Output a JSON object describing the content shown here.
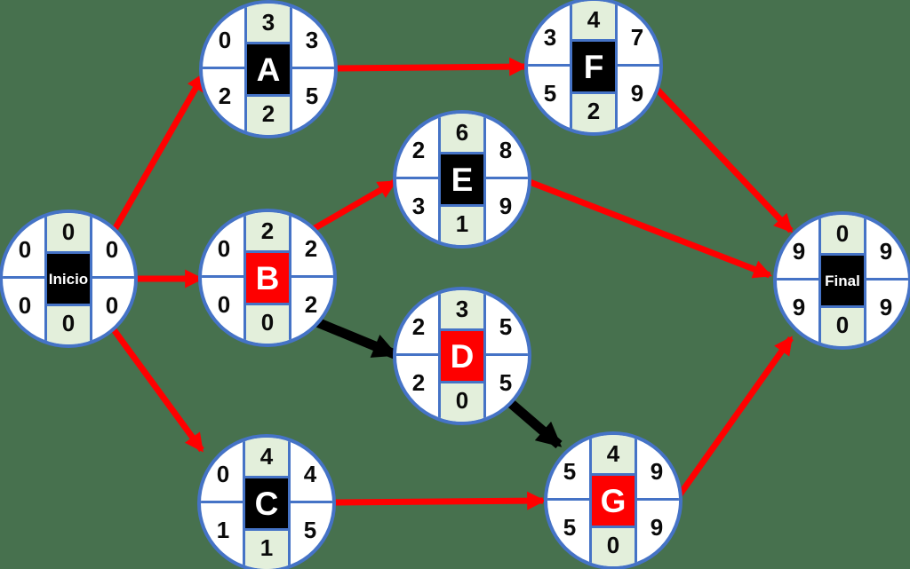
{
  "diagram_type": "pert-cpm-activity-network",
  "colors": {
    "background": "#47714e",
    "node_border": "#4573c6",
    "cell_green": "#e3efdb",
    "activity_fill_normal": "#000000",
    "activity_fill_critical": "#fe0000",
    "arrow_normal": "#ff0000",
    "arrow_critical": "#000000",
    "number_text": "#0a0a0a",
    "label_text": "#ffffff"
  },
  "nodes": [
    {
      "id": "inicio",
      "label": "Inicio",
      "duration": "0",
      "es": "0",
      "ef": "0",
      "ls": "0",
      "lf": "0",
      "slack": "0",
      "critical": false
    },
    {
      "id": "a",
      "label": "A",
      "duration": "3",
      "es": "0",
      "ef": "3",
      "ls": "2",
      "lf": "5",
      "slack": "2",
      "critical": false
    },
    {
      "id": "b",
      "label": "B",
      "duration": "2",
      "es": "0",
      "ef": "2",
      "ls": "0",
      "lf": "2",
      "slack": "0",
      "critical": true
    },
    {
      "id": "c",
      "label": "C",
      "duration": "4",
      "es": "0",
      "ef": "4",
      "ls": "1",
      "lf": "5",
      "slack": "1",
      "critical": false
    },
    {
      "id": "d",
      "label": "D",
      "duration": "3",
      "es": "2",
      "ef": "5",
      "ls": "2",
      "lf": "5",
      "slack": "0",
      "critical": true
    },
    {
      "id": "e",
      "label": "E",
      "duration": "6",
      "es": "2",
      "ef": "8",
      "ls": "3",
      "lf": "9",
      "slack": "1",
      "critical": false
    },
    {
      "id": "f",
      "label": "F",
      "duration": "4",
      "es": "3",
      "ef": "7",
      "ls": "5",
      "lf": "9",
      "slack": "2",
      "critical": false
    },
    {
      "id": "g",
      "label": "G",
      "duration": "4",
      "es": "5",
      "ef": "9",
      "ls": "5",
      "lf": "9",
      "slack": "0",
      "critical": true
    },
    {
      "id": "final",
      "label": "Final",
      "duration": "0",
      "es": "9",
      "ef": "9",
      "ls": "9",
      "lf": "9",
      "slack": "0",
      "critical": false
    }
  ],
  "edges": [
    {
      "from": "Inicio",
      "to": "A",
      "style": "normal"
    },
    {
      "from": "Inicio",
      "to": "B",
      "style": "normal"
    },
    {
      "from": "Inicio",
      "to": "C",
      "style": "normal"
    },
    {
      "from": "A",
      "to": "F",
      "style": "normal"
    },
    {
      "from": "B",
      "to": "E",
      "style": "normal"
    },
    {
      "from": "B",
      "to": "D",
      "style": "critical"
    },
    {
      "from": "C",
      "to": "G",
      "style": "normal"
    },
    {
      "from": "D",
      "to": "G",
      "style": "critical"
    },
    {
      "from": "E",
      "to": "Final",
      "style": "normal"
    },
    {
      "from": "F",
      "to": "Final",
      "style": "normal"
    },
    {
      "from": "G",
      "to": "Final",
      "style": "normal"
    }
  ]
}
